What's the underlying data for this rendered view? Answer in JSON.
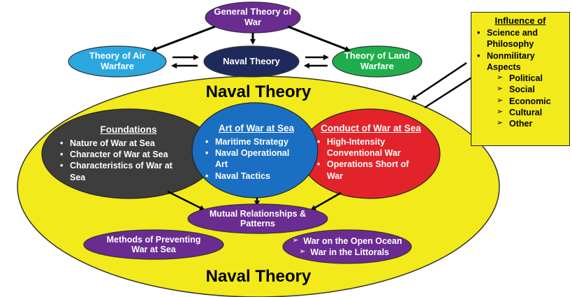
{
  "colors": {
    "purple": "#6a2c91",
    "navy": "#1f2a5c",
    "sky_blue": "#2ba7e0",
    "green": "#1fae4b",
    "yellow": "#f2ea1a",
    "dark_gray": "#3d3d3d",
    "blue": "#1b6fc2",
    "red": "#e3232a"
  },
  "top": {
    "general_theory": "General Theory of War",
    "air_warfare": "Theory of Air Warfare",
    "naval_theory": "Naval Theory",
    "land_warfare": "Theory of Land Warfare"
  },
  "main": {
    "title_top": "Naval Theory",
    "title_bottom": "Naval Theory",
    "foundations": {
      "heading": "Foundations",
      "items": [
        "Nature of War at Sea",
        "Character of War at Sea",
        "Characteristics of War at Sea"
      ]
    },
    "art": {
      "heading": "Art of War at Sea",
      "items": [
        "Maritime Strategy",
        "Naval Operational Art",
        "Naval Tactics"
      ]
    },
    "conduct": {
      "heading": "Conduct of War at Sea",
      "items": [
        "High-Intensity Conventional War",
        "Operations Short of War"
      ]
    },
    "mutual": "Mutual Relationships & Patterns",
    "methods": "Methods of Preventing War at Sea",
    "war_ocean": [
      "War on the Open Ocean",
      "War in the Littorals"
    ]
  },
  "influence": {
    "title": "Influence of",
    "items": [
      "Science and Philosophy",
      "Nonmilitary Aspects"
    ],
    "sub_items": [
      "Political",
      "Social",
      "Economic",
      "Cultural",
      "Other"
    ]
  }
}
